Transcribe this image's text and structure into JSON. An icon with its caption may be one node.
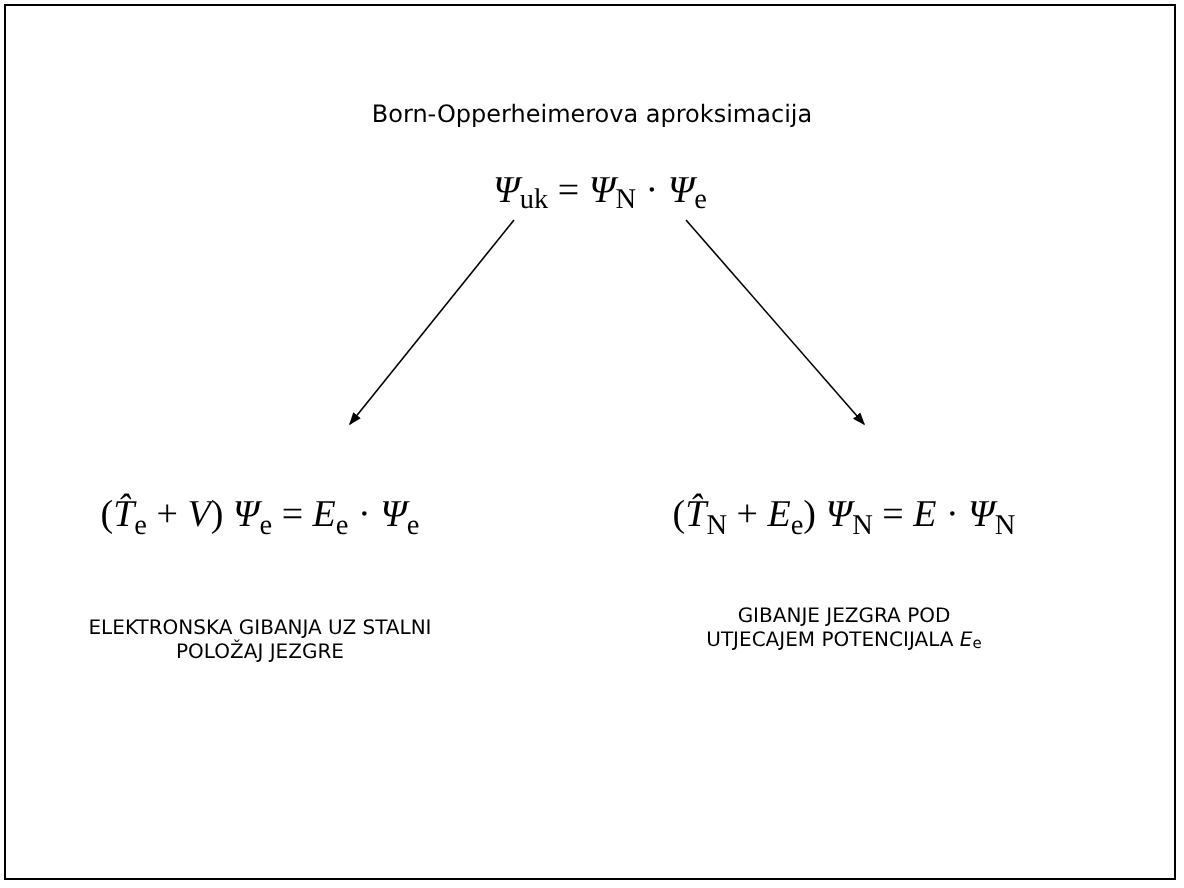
{
  "diagram": {
    "title": "Born-Opperheimerova aproksimacija",
    "nodes": [
      {
        "text": [
          "*Ψ*$_{uk}$ = *Ψ*$_{N}$ · *Ψ*$_{e}$"
        ]
      },
      {
        "text": [
          "(*T̂*$_{e}$ + *V*) *Ψ*$_{e}$ = *E*$_{e}$ · *Ψ*$_{e}$"
        ],
        "beside": [
          "ELEKTRONSKA GIBANJA UZ STALNI POLOŽAJ JEZGRE"
        ]
      },
      {
        "text": [
          "(*T̂*$_{N}$ + *E*$_{e}$) *Ψ*$_{N}$ = *E* · *Ψ*$_{N}$"
        ],
        "beside": [
          "GIBANJE JEZGRA POD UTJECAJEM POTENCIJALA *E*$_{e}$"
        ]
      }
    ],
    "edges": [
      {
        "from": 0,
        "to": 1,
        "arrow": "to"
      },
      {
        "from": 0,
        "to": 2,
        "arrow": "to"
      }
    ]
  }
}
